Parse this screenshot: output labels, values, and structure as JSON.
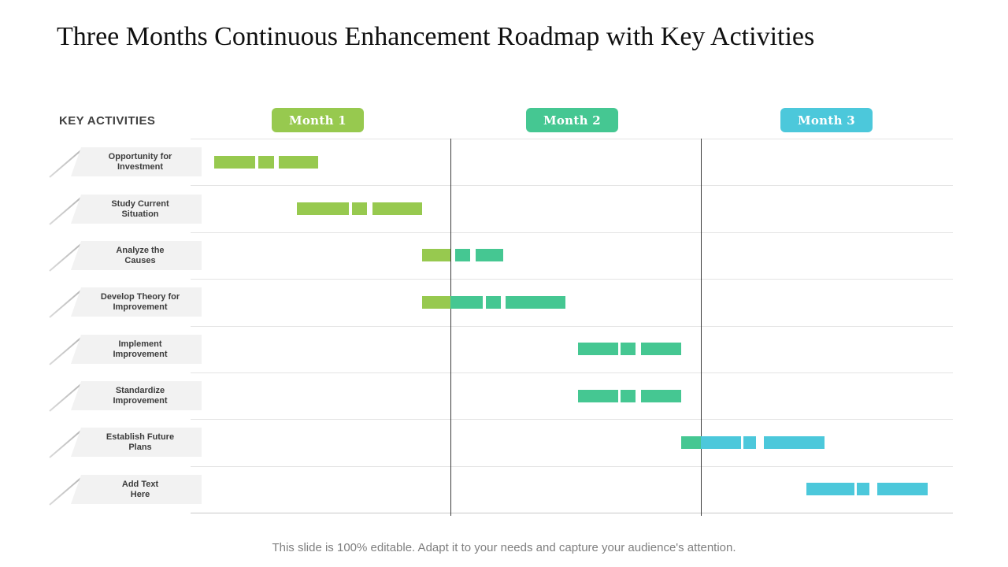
{
  "title": "Three Months Continuous Enhancement Roadmap with Key Activities",
  "key_activities_label": "KEY ACTIVITIES",
  "footer": "This slide is 100% editable. Adapt it to your needs and capture your audience's attention.",
  "colors": {
    "green": "#97C94F",
    "teal": "#45C792",
    "cyan": "#4CC8DB",
    "grid_light": "#E4E4E4",
    "divider_dark": "#3B3B3B",
    "label_box": "#F2F2F2"
  },
  "chart_data": {
    "type": "gantt",
    "x_unit": "months",
    "x_range": [
      0,
      3
    ],
    "grid": true,
    "months": [
      {
        "label": "Month 1",
        "color": "#97C94F"
      },
      {
        "label": "Month 2",
        "color": "#45C792"
      },
      {
        "label": "Month 3",
        "color": "#4CC8DB"
      }
    ],
    "rows": [
      {
        "label": "Opportunity for Investment",
        "lines": [
          "Opportunity for",
          "Investment"
        ],
        "segments": [
          {
            "start": 0.09,
            "end": 0.25,
            "color": "green"
          },
          {
            "start": 0.26,
            "end": 0.32,
            "color": "green"
          },
          {
            "start": 0.34,
            "end": 0.49,
            "color": "green"
          }
        ]
      },
      {
        "label": "Study Current Situation",
        "lines": [
          "Study Current",
          "Situation"
        ],
        "segments": [
          {
            "start": 0.41,
            "end": 0.61,
            "color": "green"
          },
          {
            "start": 0.62,
            "end": 0.68,
            "color": "green"
          },
          {
            "start": 0.7,
            "end": 0.89,
            "color": "green"
          }
        ]
      },
      {
        "label": "Analyze the Causes",
        "lines": [
          "Analyze the",
          "Causes"
        ],
        "segments": [
          {
            "start": 0.89,
            "end": 1.0,
            "color": "green"
          },
          {
            "start": 1.02,
            "end": 1.08,
            "color": "teal"
          },
          {
            "start": 1.1,
            "end": 1.21,
            "color": "teal"
          }
        ]
      },
      {
        "label": "Develop Theory for Improvement",
        "lines": [
          "Develop Theory for",
          "Improvement"
        ],
        "segments": [
          {
            "start": 0.89,
            "end": 1.0,
            "color": "green"
          },
          {
            "start": 1.0,
            "end": 1.13,
            "color": "teal"
          },
          {
            "start": 1.14,
            "end": 1.2,
            "color": "teal"
          },
          {
            "start": 1.22,
            "end": 1.46,
            "color": "teal"
          }
        ]
      },
      {
        "label": "Implement Improvement",
        "lines": [
          "Implement",
          "Improvement"
        ],
        "segments": [
          {
            "start": 1.51,
            "end": 1.67,
            "color": "teal"
          },
          {
            "start": 1.68,
            "end": 1.74,
            "color": "teal"
          },
          {
            "start": 1.76,
            "end": 1.92,
            "color": "teal"
          }
        ]
      },
      {
        "label": "Standardize Improvement",
        "lines": [
          "Standardize",
          "Improvement"
        ],
        "segments": [
          {
            "start": 1.51,
            "end": 1.67,
            "color": "teal"
          },
          {
            "start": 1.68,
            "end": 1.74,
            "color": "teal"
          },
          {
            "start": 1.76,
            "end": 1.92,
            "color": "teal"
          }
        ]
      },
      {
        "label": "Establish Future Plans",
        "lines": [
          "Establish Future",
          "Plans"
        ],
        "segments": [
          {
            "start": 1.92,
            "end": 2.0,
            "color": "teal"
          },
          {
            "start": 2.0,
            "end": 2.16,
            "color": "cyan"
          },
          {
            "start": 2.17,
            "end": 2.22,
            "color": "cyan"
          },
          {
            "start": 2.25,
            "end": 2.49,
            "color": "cyan"
          }
        ]
      },
      {
        "label": "Add Text Here",
        "lines": [
          "Add Text",
          "Here"
        ],
        "segments": [
          {
            "start": 2.42,
            "end": 2.61,
            "color": "cyan"
          },
          {
            "start": 2.62,
            "end": 2.67,
            "color": "cyan"
          },
          {
            "start": 2.7,
            "end": 2.9,
            "color": "cyan"
          }
        ]
      }
    ]
  }
}
